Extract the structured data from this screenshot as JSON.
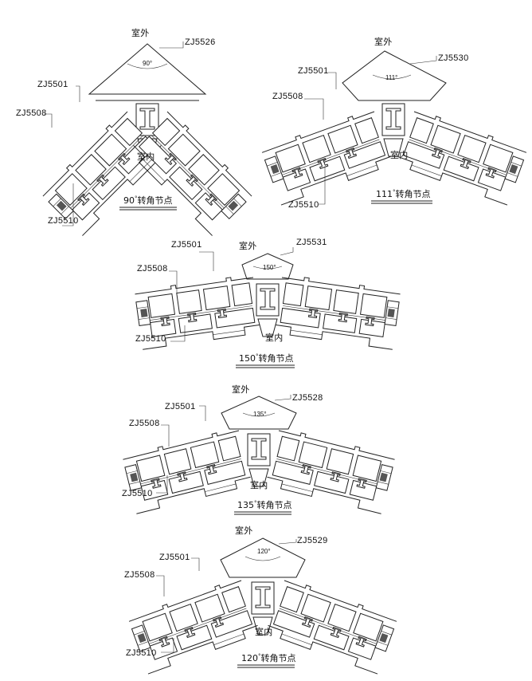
{
  "details": [
    {
      "id": "d90",
      "angle_text": "90°",
      "caption_num": "90",
      "caption_deg": "°",
      "caption_text": "转角节点",
      "outside": "室外",
      "inside": "室内",
      "corner_code": "ZJ5526",
      "frame_code": "ZJ5501",
      "sash_code": "ZJ5508",
      "bottom_code": "ZJ5510"
    },
    {
      "id": "d111",
      "angle_text": "111°",
      "caption_num": "111",
      "caption_deg": "°",
      "caption_text": "转角节点",
      "outside": "室外",
      "inside": "室内",
      "corner_code": "ZJ5530",
      "frame_code": "ZJ5501",
      "sash_code": "ZJ5508",
      "bottom_code": "ZJ5510"
    },
    {
      "id": "d150",
      "angle_text": "150°",
      "caption_num": "150",
      "caption_deg": "°",
      "caption_text": "转角节点",
      "outside": "室外",
      "inside": "室内",
      "corner_code": "ZJ5531",
      "frame_code": "ZJ5501",
      "sash_code": "ZJ5508",
      "bottom_code": "ZJ5510"
    },
    {
      "id": "d135",
      "angle_text": "135°",
      "caption_num": "135",
      "caption_deg": "°",
      "caption_text": "转角节点",
      "outside": "室外",
      "inside": "室内",
      "corner_code": "ZJ5528",
      "frame_code": "ZJ5501",
      "sash_code": "ZJ5508",
      "bottom_code": "ZJ5510"
    },
    {
      "id": "d120",
      "angle_text": "120°",
      "caption_num": "120",
      "caption_deg": "°",
      "caption_text": "转角节点",
      "outside": "室外",
      "inside": "室内",
      "corner_code": "ZJ5529",
      "frame_code": "ZJ5501",
      "sash_code": "ZJ5508",
      "bottom_code": "ZJ5510"
    }
  ]
}
